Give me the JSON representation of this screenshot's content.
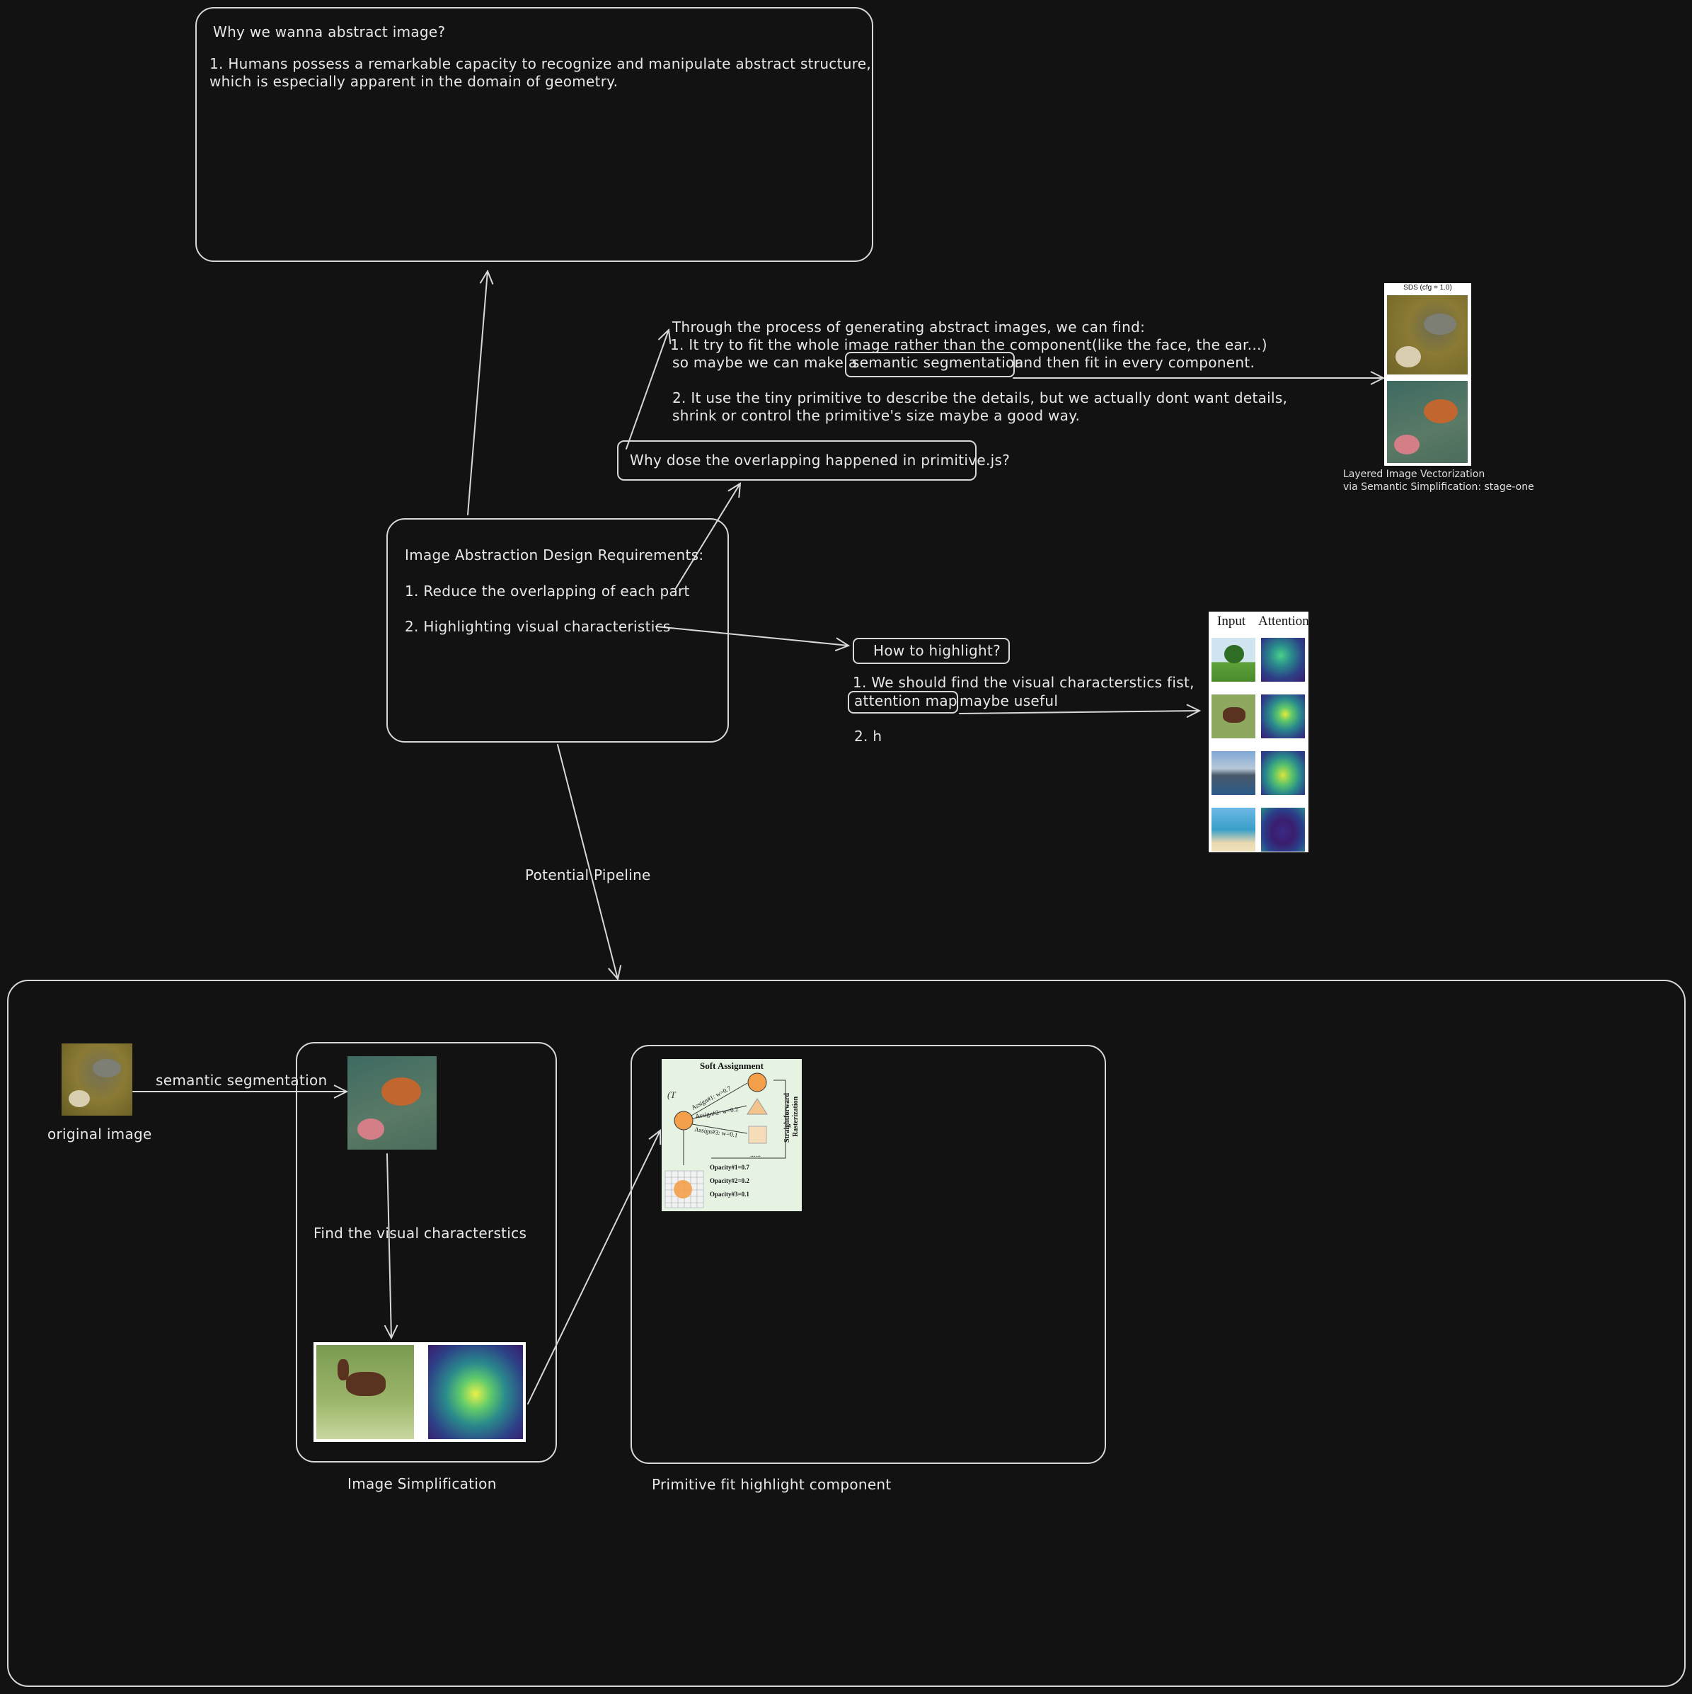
{
  "why_box": {
    "title": "Why we wanna abstract image?",
    "line1": "1. Humans possess a remarkable capacity to recognize and manipulate abstract structure,",
    "line2": "which is especially apparent in the domain of geometry."
  },
  "findings": {
    "intro": "Through the process of generating abstract images, we can find:",
    "item1_a": "1. It try to fit the whole image rather than the component(like the face, the ear...)",
    "item1_b_pre": "so maybe we can make a",
    "item1_b_tag": "semantic segmentation",
    "item1_b_post": "and then fit in every component.",
    "item2_a": "2. It use the tiny primitive to describe the details, but we actually dont want details,",
    "item2_b": "shrink or control the primitive's size maybe a good way."
  },
  "overlap_question": "Why dose the overlapping happened in primitive.js?",
  "requirements": {
    "title": "Image Abstraction Design Requirements:",
    "item1": "1. Reduce the overlapping of each part",
    "item2": "2. Highlighting visual characteristics"
  },
  "highlight": {
    "question": "How to highlight?",
    "line1": "1. We should find the visual characterstics fist,",
    "tag": "attention map",
    "line2_post": "maybe useful",
    "line3": "2. h"
  },
  "sds_panel": {
    "header": "SDS (cfg = 1.0)",
    "caption1": "Layered Image Vectorization",
    "caption2": "via Semantic Simplification: stage-one"
  },
  "attention_panel": {
    "col1": "Input",
    "col2": "Attention"
  },
  "pipeline_label": "Potential Pipeline",
  "pipeline": {
    "original_caption": "original image",
    "seg_label": "semantic segmentation",
    "find_label": "Find the visual characterstics",
    "simplification_caption": "Image Simplification",
    "primitive_caption": "Primitive fit highlight component"
  },
  "soft_assignment": {
    "title": "Soft Assignment",
    "tc": "(T",
    "assign1": "Assign#1: w=0.7",
    "assign2": "Assign#2: w=0.2",
    "assign3": "Assign#3: w=0.1",
    "dots": "......",
    "op1": "Opacity#1=0.7",
    "op2": "Opacity#2=0.2",
    "op3": "Opacity#3=0.1",
    "side1": "Straightforward",
    "side2": "Rasterization"
  },
  "colors": {
    "background": "#121212",
    "stroke": "#d8d8d8",
    "text": "#e8e8e8",
    "accent_orange": "#f4a04a"
  }
}
